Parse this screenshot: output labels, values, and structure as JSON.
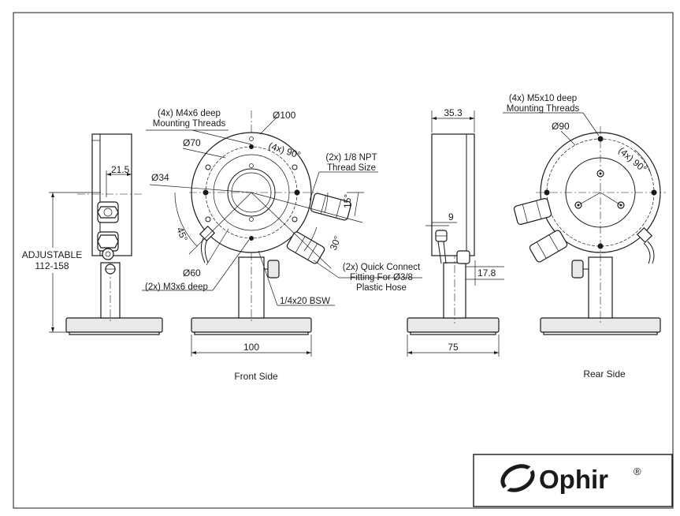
{
  "views": {
    "front_side": "Front Side",
    "rear_side": "Rear Side"
  },
  "annotations": {
    "adjustable_line1": "ADJUSTABLE",
    "adjustable_line2": "112-158",
    "dim_21_5": "21.5",
    "m4x6_line1": "(4x) M4x6 deep",
    "m4x6_line2": "Mounting Threads",
    "dia_100": "Ø100",
    "dia_70": "Ø70",
    "dia_34": "Ø34",
    "dia_60": "Ø60",
    "angle_4x_90_front": "(4x) 90°",
    "npt_line1": "(2x) 1/8 NPT",
    "npt_line2": "Thread Size",
    "angle_15": "15°",
    "angle_45": "45°",
    "angle_30": "30°",
    "m3x6": "(2x) M3x6 deep",
    "qc_line1": "(2x) Quick Connect",
    "qc_line2": "Fitting For Ø3/8",
    "qc_line3": "Plastic Hose",
    "bsw": "1/4x20 BSW",
    "dim_100_width": "100",
    "dim_35_3": "35.3",
    "dim_9": "9",
    "dim_17_8": "17.8",
    "dim_75": "75",
    "m5x10_line1": "(4x) M5x10 deep",
    "m5x10_line2": "Mounting Threads",
    "dia_90": "Ø90",
    "angle_4x_90_rear": "(4x) 90°"
  },
  "logo": {
    "brand": "Ophir",
    "registered": "®"
  }
}
